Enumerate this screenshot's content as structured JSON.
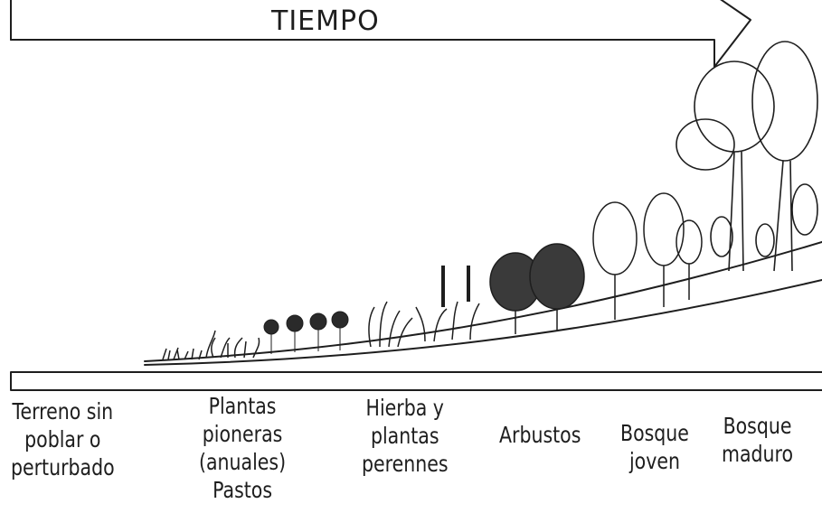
{
  "arrow": {
    "label": "TIEMPO"
  },
  "stages": [
    {
      "lines": [
        "Terreno sin",
        "poblar o",
        "perturbado"
      ]
    },
    {
      "lines": [
        "Plantas",
        "pioneras",
        "(anuales)",
        "Pastos"
      ]
    },
    {
      "lines": [
        "Hierba y",
        "plantas",
        "perennes"
      ]
    },
    {
      "lines": [
        "Arbustos"
      ]
    },
    {
      "lines": [
        "Bosque",
        "joven"
      ]
    },
    {
      "lines": [
        "Bosque",
        "maduro"
      ]
    }
  ],
  "colors": {
    "ink": "#1e1e1e",
    "background": "#ffffff"
  }
}
